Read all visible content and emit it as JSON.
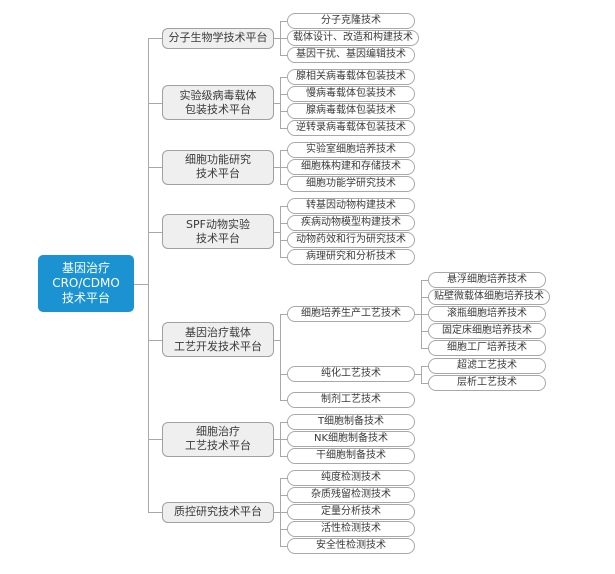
{
  "colors": {
    "root_bg": "#1b93d3",
    "root_text": "#ffffff",
    "branch_bg": "#efefef",
    "branch_border": "#a0a0a0",
    "leaf_bg": "#ffffff",
    "leaf_border": "#a8a8a8",
    "connector_line": "#a8a8a8",
    "text": "#3a3a3a"
  },
  "root": {
    "label": "基因治疗\nCRO/CDMO\n技术平台"
  },
  "branches": [
    {
      "label": "分子生物学技术平台",
      "children": [
        {
          "label": "分子克隆技术"
        },
        {
          "label": "载体设计、改造和构建技术"
        },
        {
          "label": "基因干扰、基因编辑技术"
        }
      ]
    },
    {
      "label": "实验级病毒载体\n包装技术平台",
      "children": [
        {
          "label": "腺相关病毒载体包装技术"
        },
        {
          "label": "慢病毒载体包装技术"
        },
        {
          "label": "腺病毒载体包装技术"
        },
        {
          "label": "逆转录病毒载体包装技术"
        }
      ]
    },
    {
      "label": "细胞功能研究\n技术平台",
      "children": [
        {
          "label": "实验室细胞培养技术"
        },
        {
          "label": "细胞株构建和存储技术"
        },
        {
          "label": "细胞功能学研究技术"
        }
      ]
    },
    {
      "label": "SPF动物实验\n技术平台",
      "children": [
        {
          "label": "转基因动物构建技术"
        },
        {
          "label": "疾病动物模型构建技术"
        },
        {
          "label": "动物药效和行为研究技术"
        },
        {
          "label": "病理研究和分析技术"
        }
      ]
    },
    {
      "label": "基因治疗载体\n工艺开发技术平台",
      "children": [
        {
          "label": "细胞培养生产工艺技术",
          "children": [
            {
              "label": "悬浮细胞培养技术"
            },
            {
              "label": "贴壁微载体细胞培养技术"
            },
            {
              "label": "滚瓶细胞培养技术"
            },
            {
              "label": "固定床细胞培养技术"
            },
            {
              "label": "细胞工厂培养技术"
            }
          ]
        },
        {
          "label": "纯化工艺技术",
          "children": [
            {
              "label": "超滤工艺技术"
            },
            {
              "label": "层析工艺技术"
            }
          ]
        },
        {
          "label": "制剂工艺技术"
        }
      ]
    },
    {
      "label": "细胞治疗\n工艺技术平台",
      "children": [
        {
          "label": "T细胞制备技术"
        },
        {
          "label": "NK细胞制备技术"
        },
        {
          "label": "干细胞制备技术"
        }
      ]
    },
    {
      "label": "质控研究技术平台",
      "children": [
        {
          "label": "纯度检测技术"
        },
        {
          "label": "杂质残留检测技术"
        },
        {
          "label": "定量分析技术"
        },
        {
          "label": "活性检测技术"
        },
        {
          "label": "安全性检测技术"
        }
      ]
    }
  ]
}
